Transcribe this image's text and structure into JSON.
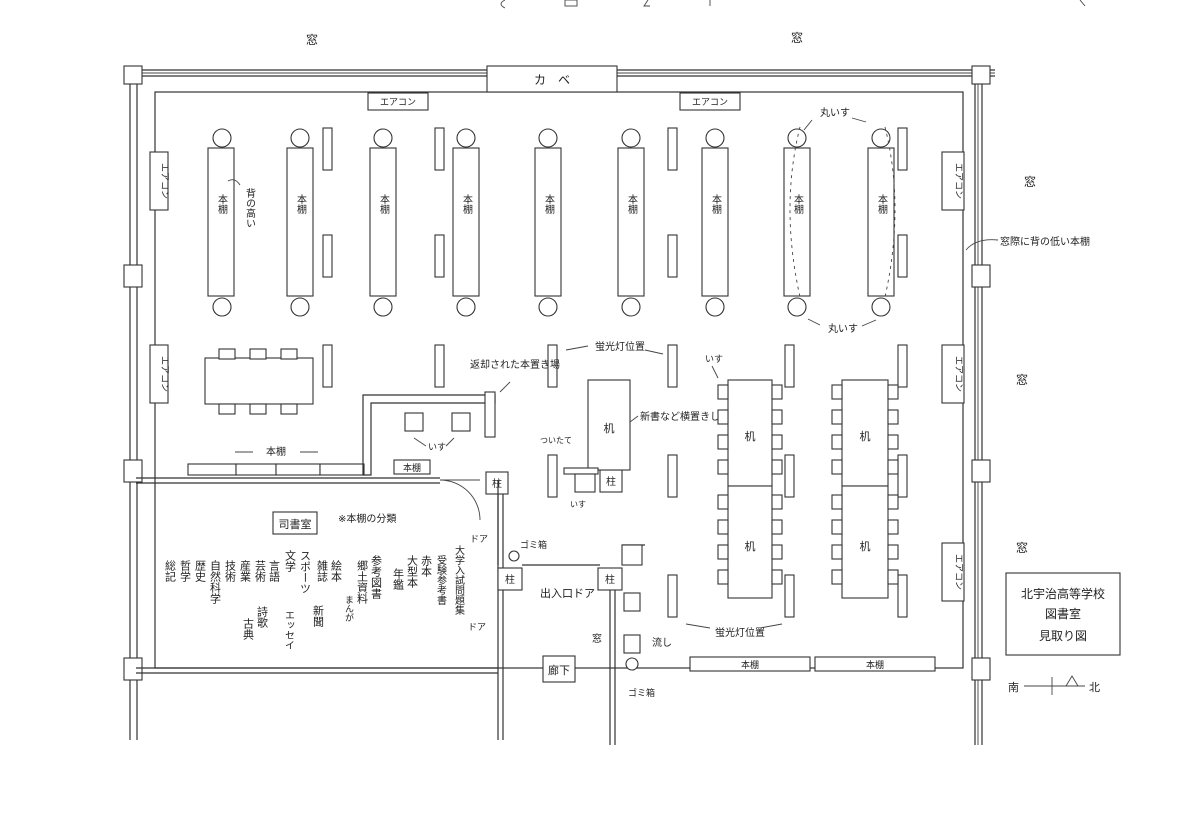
{
  "labels": {
    "window": "窓",
    "wall": "カ　ベ",
    "aircon_h": "エアコン",
    "aircon_v": "エアコン",
    "shelf": "本棚",
    "shelf_v": "本棚",
    "desk": "机",
    "pillar": "柱",
    "round_chairs": "丸いす",
    "back_to_back": "背の高い",
    "window_shelves": "窓際に背の低い本棚",
    "fluorescent": "蛍光灯位置",
    "returned_books": "返却された本置き場",
    "chair": "いす",
    "new_books": "新書など横置きしてある",
    "partition": "ついたて",
    "door": "ドア",
    "trash": "ゴミ箱",
    "entrance": "出入口ドア",
    "sink": "流し",
    "corridor": "廊下",
    "librarian_room": "司書室",
    "shelf_classification": "※本棚の分類",
    "categories": [
      "総記",
      "哲学",
      "歴史",
      "自然科学",
      "技術",
      "産業",
      "芸術",
      "言語",
      "文学",
      "スポーツ",
      "雑誌",
      "絵本",
      "まんが",
      "新聞",
      "郷土資料",
      "参考図書",
      "年鑑",
      "大型本",
      "赤本",
      "受験参考書",
      "大学入試問題集",
      "詩歌",
      "古典",
      "エッセイ"
    ],
    "title_block": [
      "北宇治高等学校",
      "図書室",
      "見取り図"
    ],
    "compass_south": "南",
    "compass_north": "北"
  }
}
